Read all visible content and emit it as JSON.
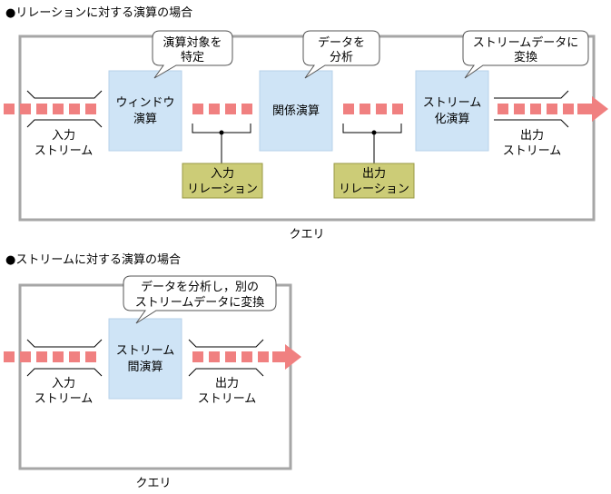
{
  "colors": {
    "frame": "#a6a6a6",
    "stream": "#f08080",
    "operation_fill": "#cfe4f6",
    "operation_stroke": "#b7d2ea",
    "relation_fill": "#cccc77",
    "relation_stroke": "#999944",
    "bubble_stroke": "#555555"
  },
  "section1": {
    "title": "●リレーションに対する演算の場合",
    "query_label": "クエリ",
    "input_stream": {
      "line1": "入力",
      "line2": "ストリーム"
    },
    "output_stream": {
      "line1": "出力",
      "line2": "ストリーム"
    },
    "op_window": {
      "line1": "ウィンドウ",
      "line2": "演算"
    },
    "op_relation": {
      "line1": "関係演算"
    },
    "op_stream": {
      "line1": "ストリーム",
      "line2": "化演算"
    },
    "rel_input": {
      "line1": "入力",
      "line2": "リレーション"
    },
    "rel_output": {
      "line1": "出力",
      "line2": "リレーション"
    },
    "callout_window": {
      "line1": "演算対象を",
      "line2": "特定"
    },
    "callout_relation": {
      "line1": "データを",
      "line2": "分析"
    },
    "callout_stream": {
      "line1": "ストリームデータに",
      "line2": "変換"
    }
  },
  "section2": {
    "title": "●ストリームに対する演算の場合",
    "query_label": "クエリ",
    "input_stream": {
      "line1": "入力",
      "line2": "ストリーム"
    },
    "output_stream": {
      "line1": "出力",
      "line2": "ストリーム"
    },
    "op_stream_between": {
      "line1": "ストリーム",
      "line2": "間演算"
    },
    "callout": {
      "line1": "データを分析し，別の",
      "line2": "ストリームデータに変換"
    }
  }
}
